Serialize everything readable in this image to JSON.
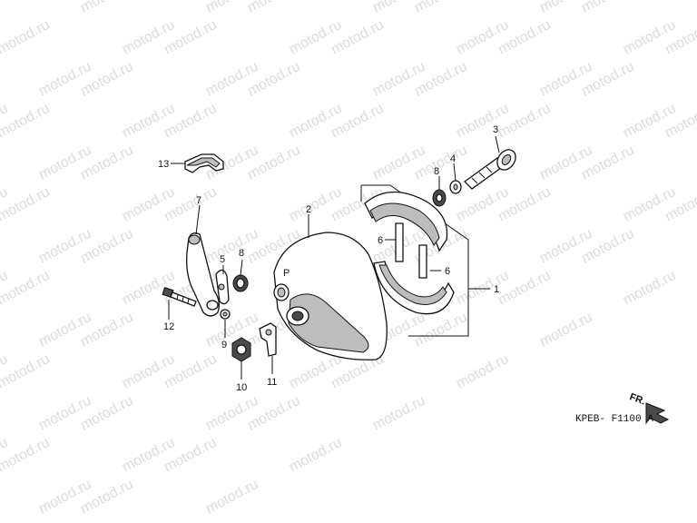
{
  "watermark": {
    "text": "motod.ru"
  },
  "diagram": {
    "code": "KPEB- F1100 A",
    "front_arrow": "FR.",
    "callouts": {
      "c1": "1",
      "c2": "2",
      "c3": "3",
      "c4": "4",
      "c5": "5",
      "c6a": "6",
      "c6b": "6",
      "c7": "7",
      "c8a": "8",
      "c8b": "8",
      "c9": "9",
      "c10": "10",
      "c11": "11",
      "c12": "12",
      "c13": "13"
    }
  }
}
